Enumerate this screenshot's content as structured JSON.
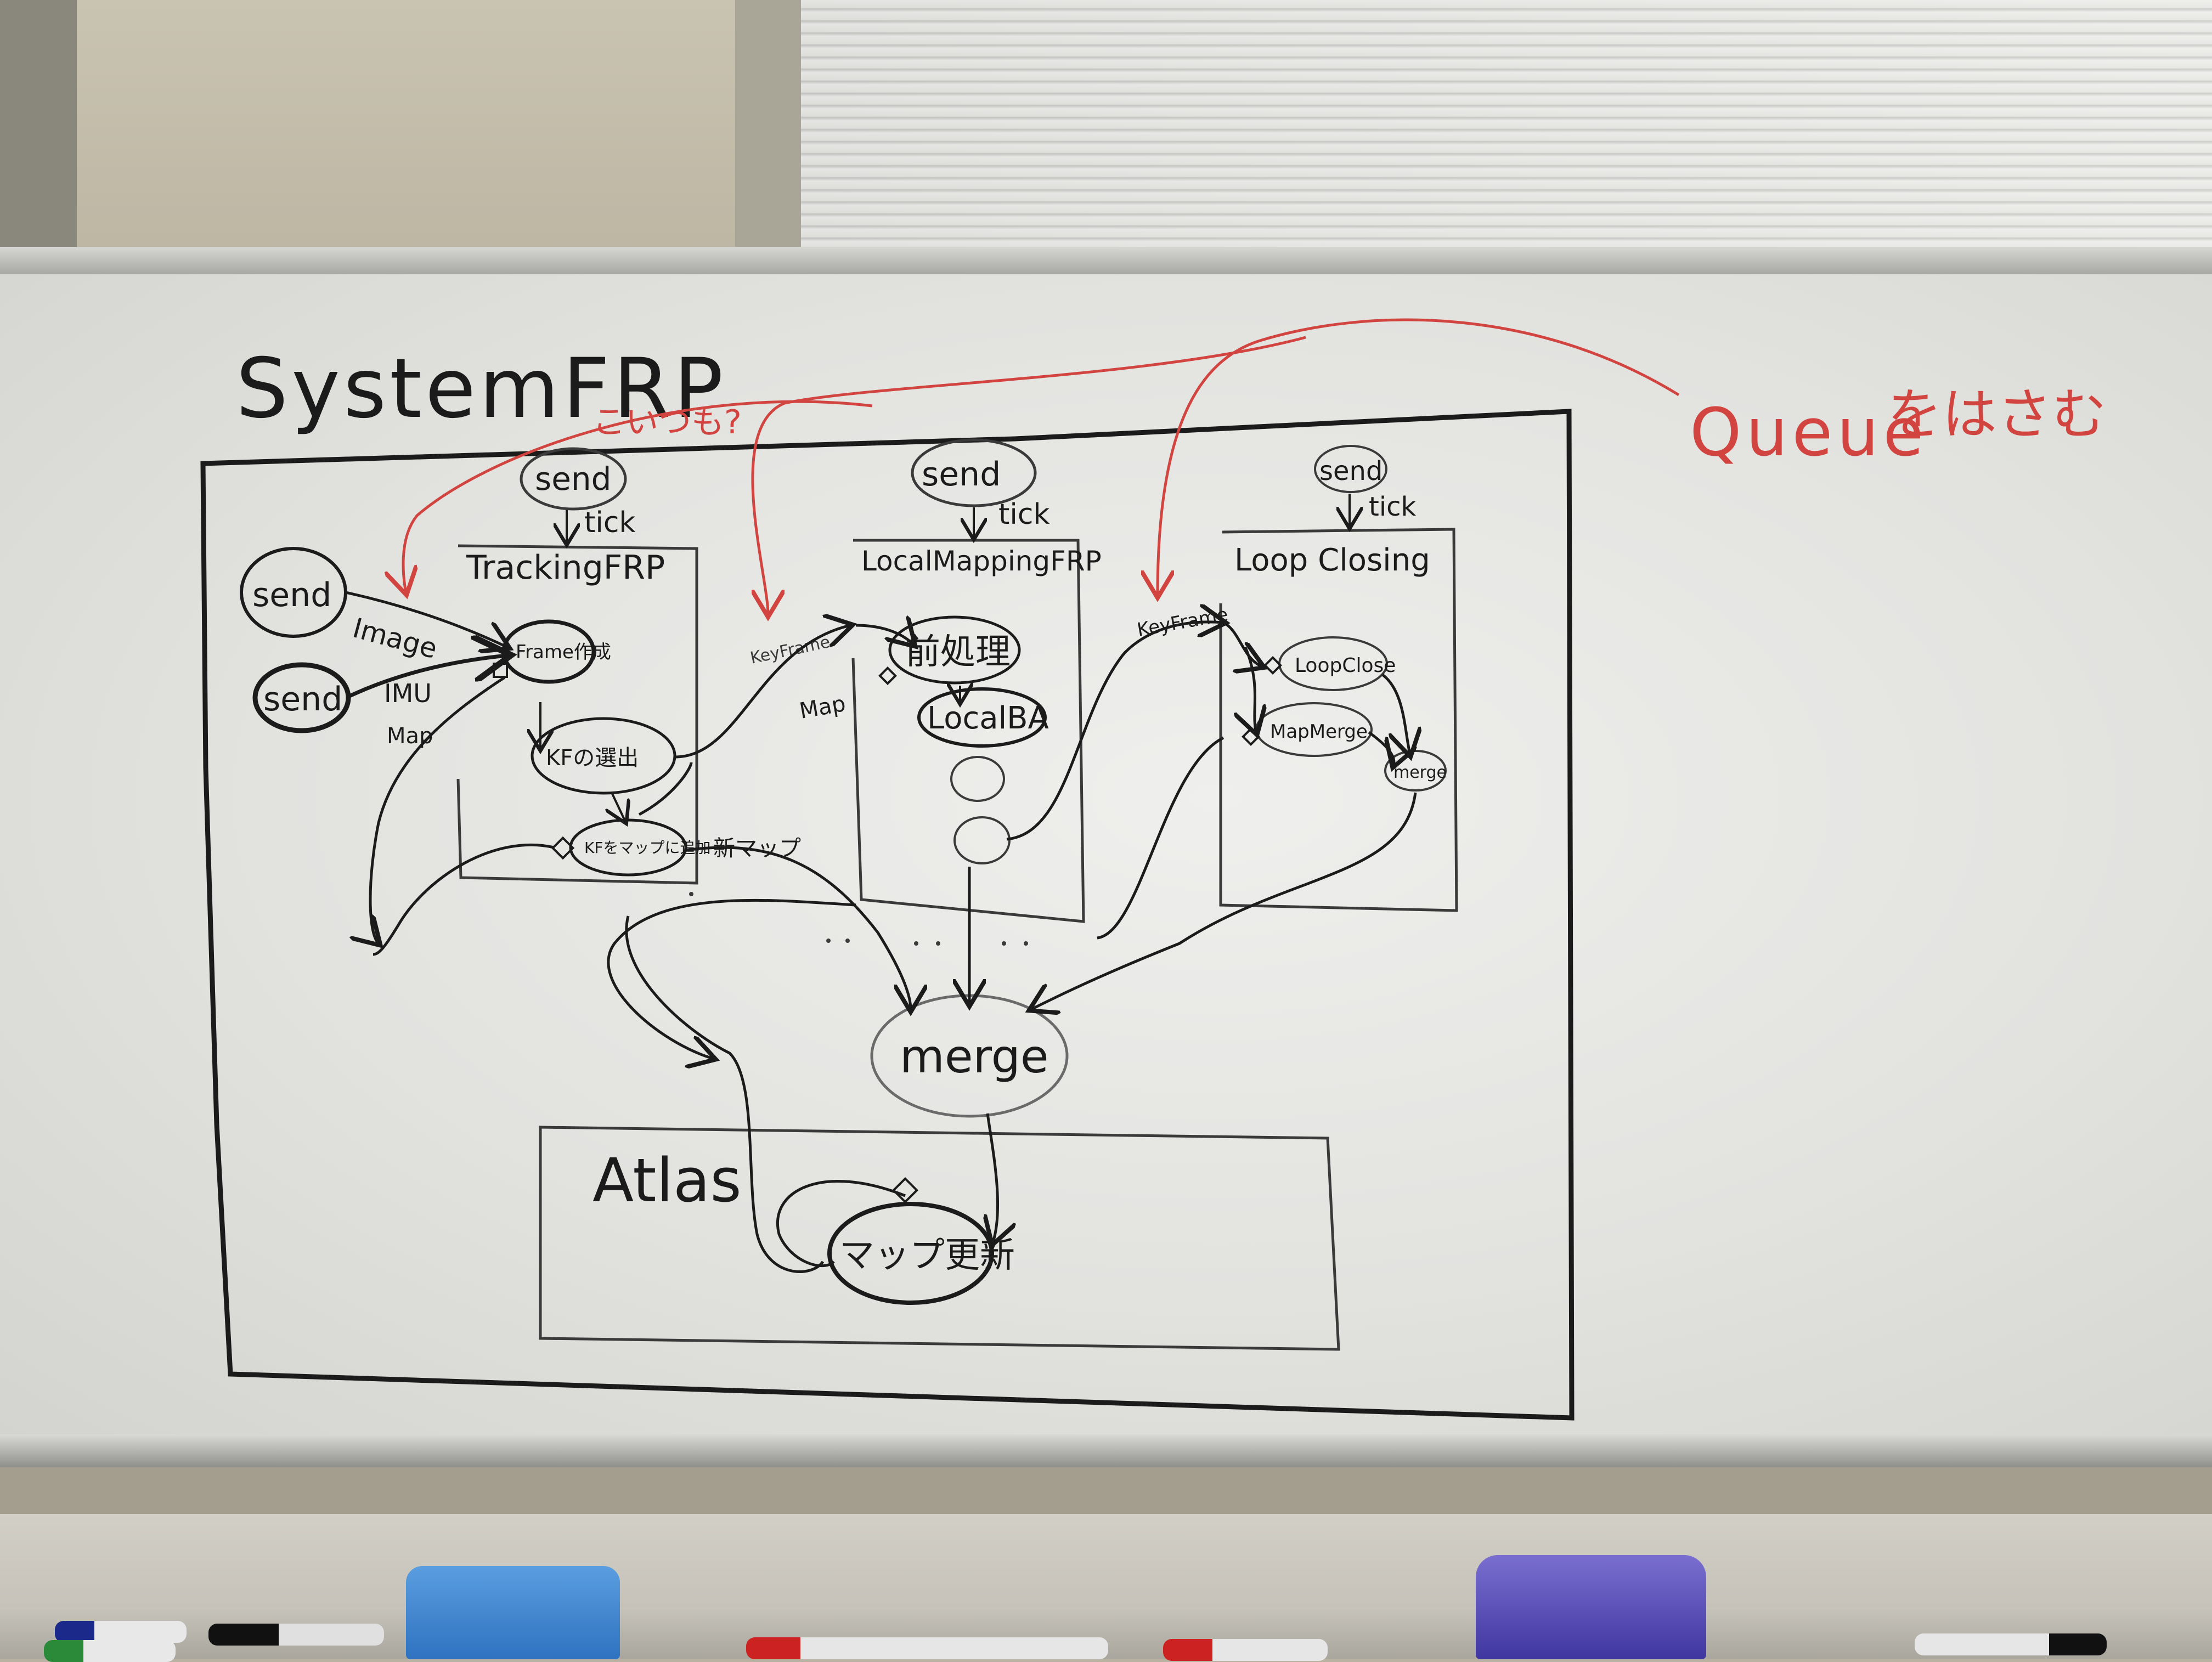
{
  "whiteboard": {
    "title": "SystemFRP",
    "red_question": "こいつも?",
    "red_note_queue": "Queue",
    "red_note_suffix": "をはさむ",
    "tracking": {
      "title": "TrackingFRP",
      "send": "send",
      "tick": "tick",
      "send_image": "send",
      "image_label": "Image",
      "send_imu": "send",
      "imu_label": "IMU",
      "map_label": "Map",
      "frame_node": "Frame作成",
      "kf_extract": "KFの選出",
      "kf_add": "KFをマップに追加",
      "new_map": "新マップ"
    },
    "local_mapping": {
      "title": "LocalMappingFRP",
      "send": "send",
      "tick": "tick",
      "keyframe": "KeyFrame",
      "map": "Map",
      "preprocess": "前処理",
      "local_ba": "LocalBA"
    },
    "loop_closing": {
      "title": "Loop Closing",
      "send": "send",
      "tick": "tick",
      "keyframe": "KeyFrame",
      "loop_close": "LoopClose",
      "map_merge": "MapMerge",
      "merge_small": "merge"
    },
    "merge": "merge",
    "atlas": {
      "title": "Atlas",
      "map_update": "マップ更新"
    },
    "colors": {
      "ink_black": "#1b1b1b",
      "ink_gray": "#5c5c5c",
      "ink_red": "#d2443f"
    }
  }
}
